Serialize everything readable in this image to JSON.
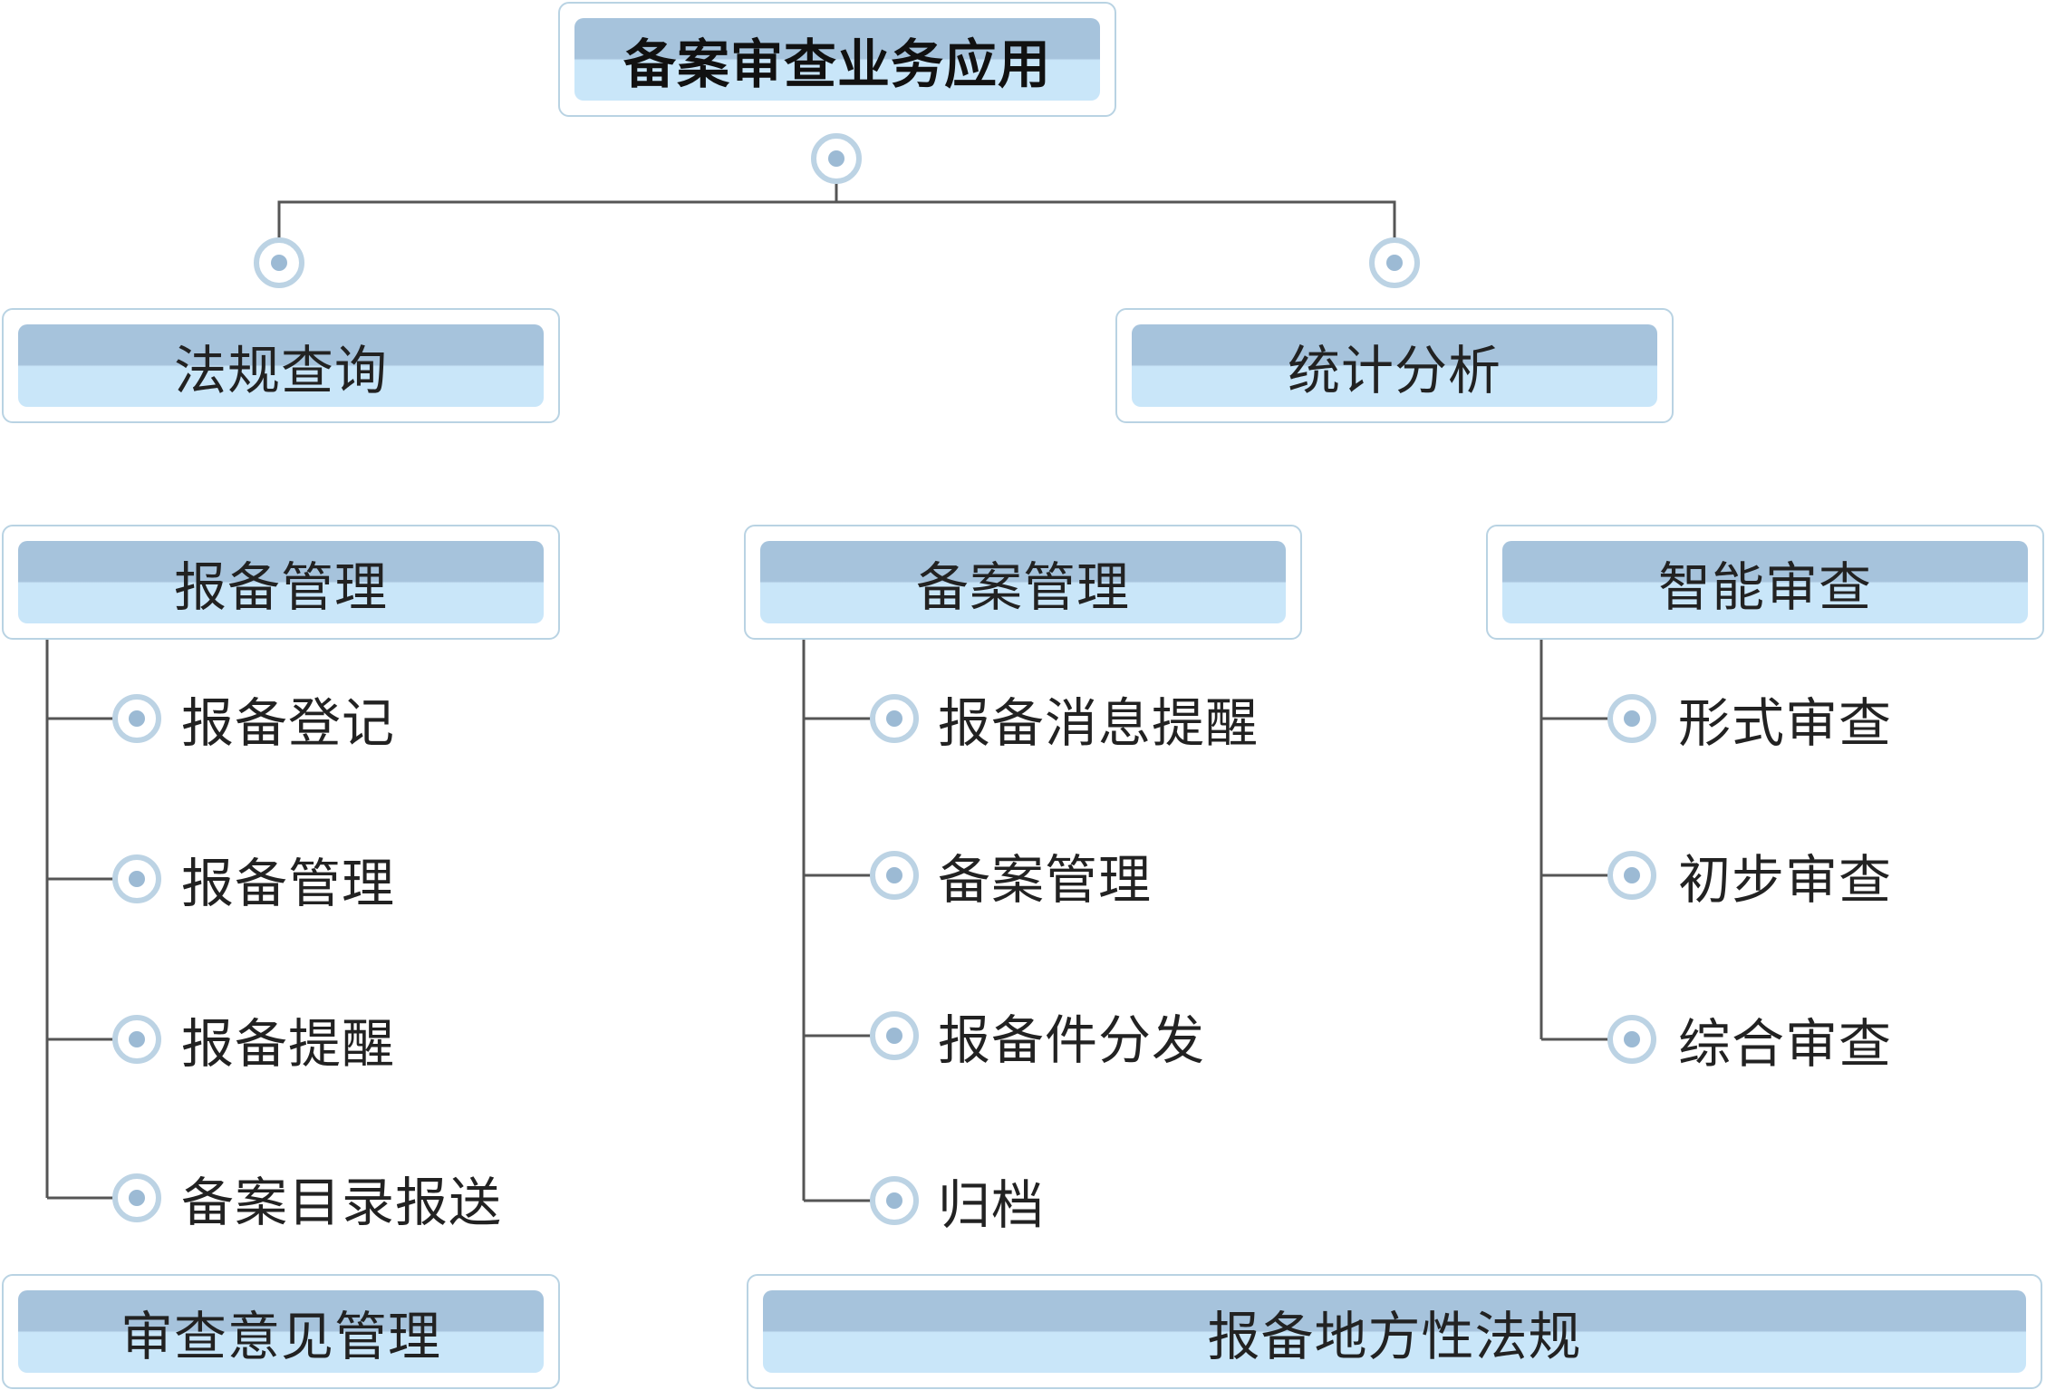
{
  "root": {
    "label": "备案审查业务应用"
  },
  "top_branches": [
    {
      "label": "法规查询"
    },
    {
      "label": "统计分析"
    }
  ],
  "groups": [
    {
      "label": "报备管理",
      "items": [
        "报备登记",
        "报备管理",
        "报备提醒",
        "备案目录报送"
      ]
    },
    {
      "label": "备案管理",
      "items": [
        "报备消息提醒",
        "备案管理",
        "报备件分发",
        "归档"
      ]
    },
    {
      "label": "智能审查",
      "items": [
        "形式审查",
        "初步审查",
        "综合审查"
      ]
    }
  ],
  "bottom": [
    {
      "label": "审查意见管理"
    },
    {
      "label": "报备地方性法规"
    }
  ],
  "colors": {
    "connector": "#555555",
    "box_border": "#b9d3e3",
    "band_top": "#a6c3dc",
    "band_bottom": "#c9e6f9",
    "dot_ring": "#bcd3e4",
    "dot_core": "#9cbad4"
  }
}
